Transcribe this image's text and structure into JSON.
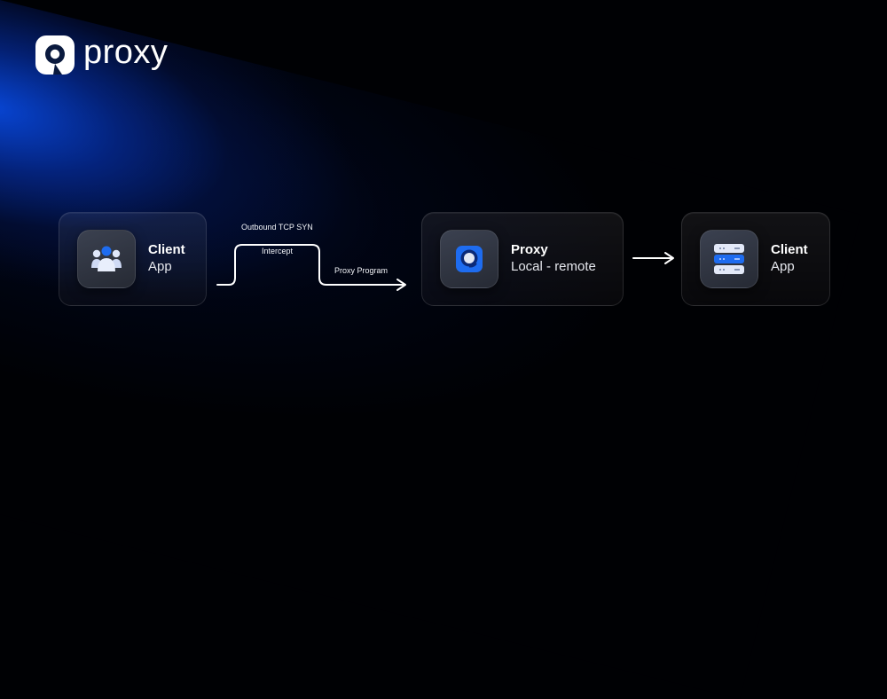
{
  "brand": {
    "name": "proxy",
    "logo_icon": "proxy-logo-icon",
    "accent_color": "#0a4fe0"
  },
  "diagram": {
    "nodes": [
      {
        "id": "client",
        "title": "Client",
        "subtitle": "App",
        "icon": "users-group-icon"
      },
      {
        "id": "proxy",
        "title": "Proxy",
        "subtitle": "Local - remote",
        "icon": "proxy-app-icon"
      },
      {
        "id": "server",
        "title": "Client",
        "subtitle": "App",
        "icon": "server-stack-icon"
      }
    ],
    "edges": [
      {
        "from": "client",
        "to": "proxy",
        "labels": {
          "top": "Outbound TCP SYN",
          "middle": "Intercept",
          "bottom": "Proxy Program"
        }
      },
      {
        "from": "proxy",
        "to": "server",
        "labels": {}
      }
    ]
  },
  "colors": {
    "background": "#000104",
    "glow": "#0848dc",
    "icon_blue": "#1e6cf0",
    "icon_light": "#dfe7fa"
  }
}
